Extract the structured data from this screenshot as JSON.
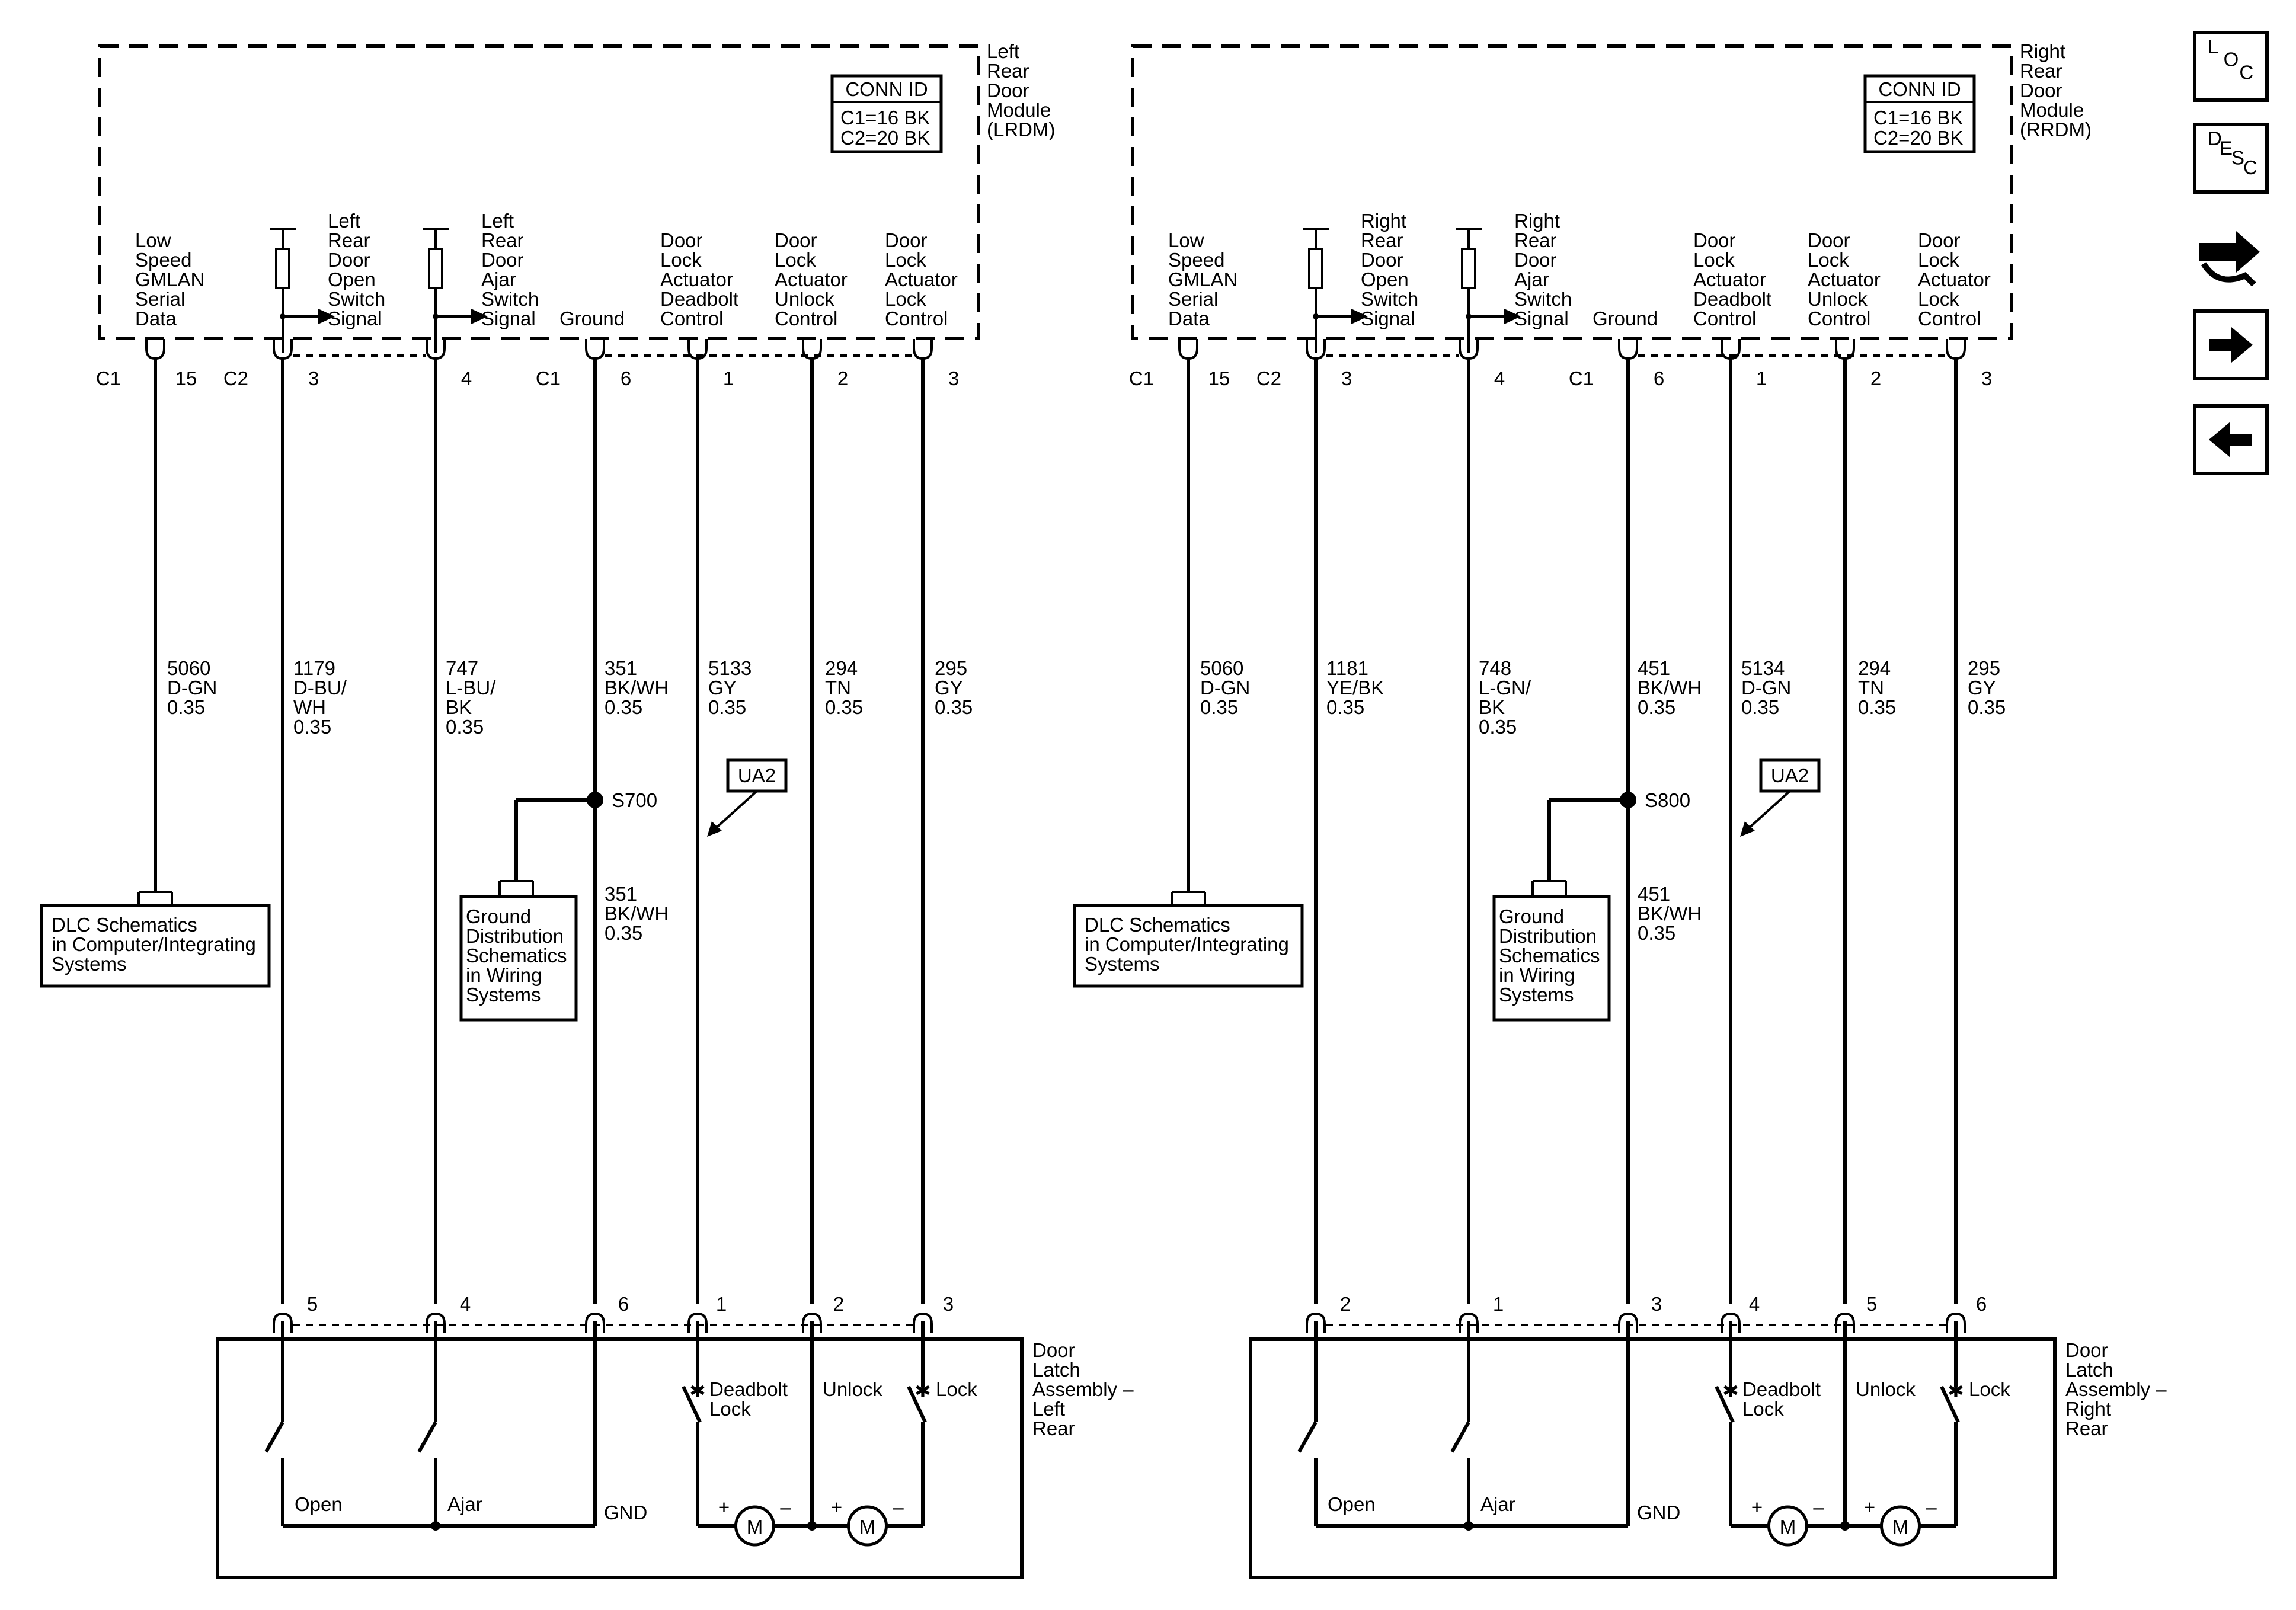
{
  "nav_icons": [
    {
      "name": "loc-icon",
      "letters": [
        "L",
        "O",
        "C"
      ]
    },
    {
      "name": "desc-icon",
      "letters": [
        "D",
        "E",
        "S",
        "C"
      ]
    },
    {
      "name": "connector-link-icon"
    },
    {
      "name": "forward-arrow-icon"
    },
    {
      "name": "back-arrow-icon"
    }
  ],
  "modules": [
    {
      "id": "left",
      "module_name": [
        "Left",
        "Rear",
        "Door",
        "Module",
        "(LRDM)"
      ],
      "conn_id": {
        "title": "CONN ID",
        "c1": "C1=16 BK",
        "c2": "C2=20 BK"
      },
      "pins": [
        {
          "label": [
            "Low",
            "Speed",
            "GMLAN",
            "Serial",
            "Data"
          ],
          "conn": "C1",
          "pin": "15",
          "wire": [
            "5060",
            "D-GN",
            "0.35"
          ],
          "far_pin": ""
        },
        {
          "label": [
            "Left",
            "Rear",
            "Door",
            "Open",
            "Switch",
            "Signal"
          ],
          "conn": "C2",
          "pin": "3",
          "wire": [
            "1179",
            "D-BU/",
            "WH",
            "0.35"
          ],
          "far_pin": "5"
        },
        {
          "label": [
            "Left",
            "Rear",
            "Door",
            "Ajar",
            "Switch",
            "Signal"
          ],
          "conn": "",
          "pin": "4",
          "wire": [
            "747",
            "L-BU/",
            "BK",
            "0.35"
          ],
          "far_pin": "4"
        },
        {
          "label": [
            "Ground"
          ],
          "conn": "C1",
          "pin": "6",
          "wire": [
            "351",
            "BK/WH",
            "0.35"
          ],
          "far_pin": "6"
        },
        {
          "label": [
            "Door",
            "Lock",
            "Actuator",
            "Deadbolt",
            "Control"
          ],
          "conn": "",
          "pin": "1",
          "wire": [
            "5133",
            "GY",
            "0.35"
          ],
          "far_pin": "1"
        },
        {
          "label": [
            "Door",
            "Lock",
            "Actuator",
            "Unlock",
            "Control"
          ],
          "conn": "",
          "pin": "2",
          "wire": [
            "294",
            "TN",
            "0.35"
          ],
          "far_pin": "2"
        },
        {
          "label": [
            "Door",
            "Lock",
            "Actuator",
            "Lock",
            "Control"
          ],
          "conn": "",
          "pin": "3",
          "wire": [
            "295",
            "GY",
            "0.35"
          ],
          "far_pin": "3"
        }
      ],
      "splice": "S700",
      "splice_wire": [
        "351",
        "BK/WH",
        "0.35"
      ],
      "ua_label": "UA2",
      "dlc_box": [
        "DLC Schematics",
        "in Computer/Integrating",
        "Systems"
      ],
      "ground_box": [
        "Ground",
        "Distribution",
        "Schematics",
        "in Wiring",
        "Systems"
      ],
      "latch": {
        "title": [
          "Door",
          "Latch",
          "Assembly –",
          "Left",
          "Rear"
        ],
        "open": "Open",
        "ajar": "Ajar",
        "gnd": "GND",
        "deadbolt": [
          "Deadbolt",
          "Lock"
        ],
        "unlock": "Unlock",
        "lock": "Lock",
        "motor": "M",
        "plus": "+",
        "minus": "–"
      }
    },
    {
      "id": "right",
      "module_name": [
        "Right",
        "Rear",
        "Door",
        "Module",
        "(RRDM)"
      ],
      "conn_id": {
        "title": "CONN ID",
        "c1": "C1=16 BK",
        "c2": "C2=20 BK"
      },
      "pins": [
        {
          "label": [
            "Low",
            "Speed",
            "GMLAN",
            "Serial",
            "Data"
          ],
          "conn": "C1",
          "pin": "15",
          "wire": [
            "5060",
            "D-GN",
            "0.35"
          ],
          "far_pin": ""
        },
        {
          "label": [
            "Right",
            "Rear",
            "Door",
            "Open",
            "Switch",
            "Signal"
          ],
          "conn": "C2",
          "pin": "3",
          "wire": [
            "1181",
            "YE/BK",
            "0.35"
          ],
          "far_pin": "2"
        },
        {
          "label": [
            "Right",
            "Rear",
            "Door",
            "Ajar",
            "Switch",
            "Signal"
          ],
          "conn": "",
          "pin": "4",
          "wire": [
            "748",
            "L-GN/",
            "BK",
            "0.35"
          ],
          "far_pin": "1"
        },
        {
          "label": [
            "Ground"
          ],
          "conn": "C1",
          "pin": "6",
          "wire": [
            "451",
            "BK/WH",
            "0.35"
          ],
          "far_pin": "3"
        },
        {
          "label": [
            "Door",
            "Lock",
            "Actuator",
            "Deadbolt",
            "Control"
          ],
          "conn": "",
          "pin": "1",
          "wire": [
            "5134",
            "D-GN",
            "0.35"
          ],
          "far_pin": "4"
        },
        {
          "label": [
            "Door",
            "Lock",
            "Actuator",
            "Unlock",
            "Control"
          ],
          "conn": "",
          "pin": "2",
          "wire": [
            "294",
            "TN",
            "0.35"
          ],
          "far_pin": "5"
        },
        {
          "label": [
            "Door",
            "Lock",
            "Actuator",
            "Lock",
            "Control"
          ],
          "conn": "",
          "pin": "3",
          "wire": [
            "295",
            "GY",
            "0.35"
          ],
          "far_pin": "6"
        }
      ],
      "splice": "S800",
      "splice_wire": [
        "451",
        "BK/WH",
        "0.35"
      ],
      "ua_label": "UA2",
      "dlc_box": [
        "DLC Schematics",
        "in Computer/Integrating",
        "Systems"
      ],
      "ground_box": [
        "Ground",
        "Distribution",
        "Schematics",
        "in Wiring",
        "Systems"
      ],
      "latch": {
        "title": [
          "Door",
          "Latch",
          "Assembly –",
          "Right",
          "Rear"
        ],
        "open": "Open",
        "ajar": "Ajar",
        "gnd": "GND",
        "deadbolt": [
          "Deadbolt",
          "Lock"
        ],
        "unlock": "Unlock",
        "lock": "Lock",
        "motor": "M",
        "plus": "+",
        "minus": "–"
      }
    }
  ]
}
